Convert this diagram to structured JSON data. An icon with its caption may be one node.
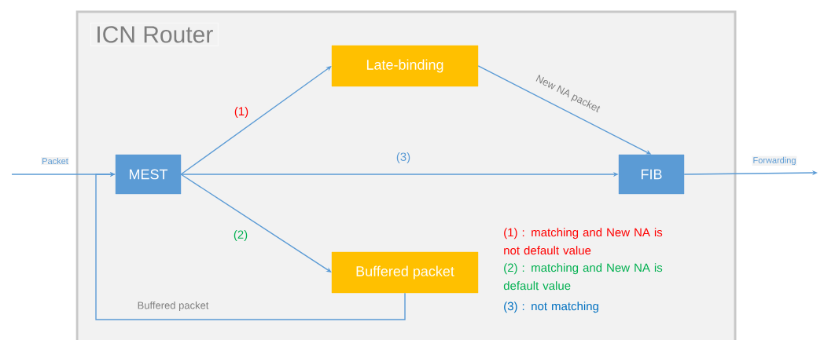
{
  "diagram": {
    "nodes": [
      {
        "text": [
          "ICN Router"
        ]
      },
      {
        "text": [
          "MEST"
        ],
        "in": 0
      },
      {
        "text": [
          "Late-binding"
        ],
        "in": 0
      },
      {
        "text": [
          "Buffered packet"
        ],
        "in": 0
      },
      {
        "text": [
          "FIB"
        ],
        "in": 0
      }
    ],
    "edges": [
      {
        "from": null,
        "to": 1,
        "arrow": "to",
        "label": "Packet"
      },
      {
        "from": 1,
        "to": 2,
        "arrow": "to",
        "label": "(1)"
      },
      {
        "from": 1,
        "to": 4,
        "arrow": "to",
        "label": "(3)"
      },
      {
        "from": 1,
        "to": 3,
        "arrow": "to",
        "label": "(2)"
      },
      {
        "from": 2,
        "to": 4,
        "arrow": "to",
        "label": "New NA packet"
      },
      {
        "from": 4,
        "to": null,
        "arrow": "to",
        "label": "Forwarding"
      },
      {
        "from": 3,
        "to": 1,
        "arrow": "to",
        "label": "Buffered packet"
      }
    ],
    "labels": [
      "(1) : matching and New NA is not default value",
      "(2) : matching and New NA is default value",
      "(3) : not matching"
    ]
  }
}
